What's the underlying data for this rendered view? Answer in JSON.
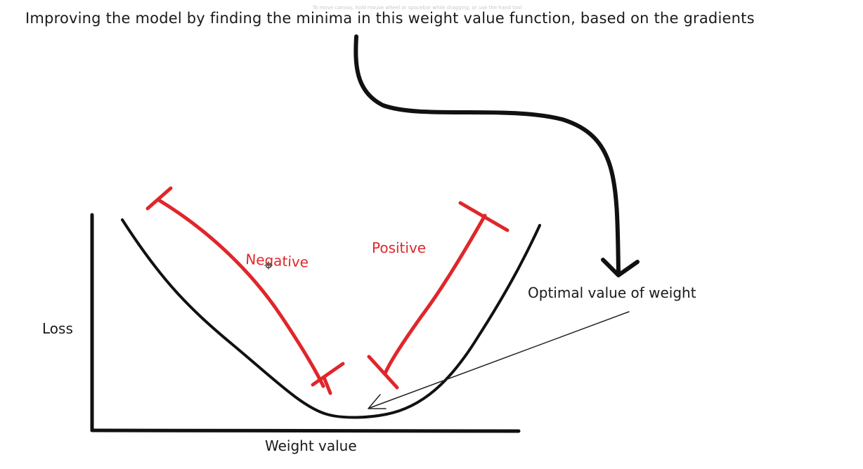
{
  "title": "Improving the model by finding the minima in this weight value function, based on the gradients",
  "hint": "To move canvas, hold mouse wheel or spacebar while dragging, or use the hand tool",
  "labels": {
    "y_axis": "Loss",
    "x_axis": "Weight value",
    "negative": "Negative",
    "positive": "Positive",
    "optimal": "Optimal value of weight"
  },
  "colors": {
    "ink": "#111111",
    "red": "#e0262b",
    "thin_arrow": "#222222"
  }
}
